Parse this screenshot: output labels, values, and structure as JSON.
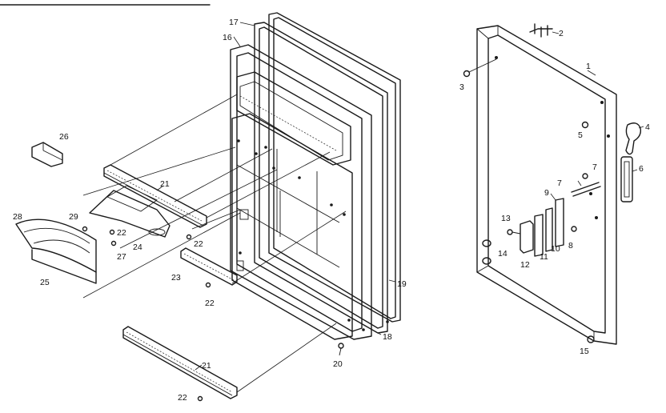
{
  "callouts": [
    {
      "id": "c1",
      "label": "1"
    },
    {
      "id": "c2",
      "label": "2"
    },
    {
      "id": "c3",
      "label": "3"
    },
    {
      "id": "c4",
      "label": "4"
    },
    {
      "id": "c5",
      "label": "5"
    },
    {
      "id": "c6",
      "label": "6"
    },
    {
      "id": "c7a",
      "label": "7"
    },
    {
      "id": "c7b",
      "label": "7"
    },
    {
      "id": "c8",
      "label": "8"
    },
    {
      "id": "c9",
      "label": "9"
    },
    {
      "id": "c10",
      "label": "10"
    },
    {
      "id": "c11",
      "label": "11"
    },
    {
      "id": "c12",
      "label": "12"
    },
    {
      "id": "c13",
      "label": "13"
    },
    {
      "id": "c14",
      "label": "14"
    },
    {
      "id": "c15",
      "label": "15"
    },
    {
      "id": "c16",
      "label": "16"
    },
    {
      "id": "c17",
      "label": "17"
    },
    {
      "id": "c18",
      "label": "18"
    },
    {
      "id": "c19",
      "label": "19"
    },
    {
      "id": "c20",
      "label": "20"
    },
    {
      "id": "c21a",
      "label": "21"
    },
    {
      "id": "c21b",
      "label": "21"
    },
    {
      "id": "c22a",
      "label": "22"
    },
    {
      "id": "c22b",
      "label": "22"
    },
    {
      "id": "c22c",
      "label": "22"
    },
    {
      "id": "c22d",
      "label": "22"
    },
    {
      "id": "c23",
      "label": "23"
    },
    {
      "id": "c24",
      "label": "24"
    },
    {
      "id": "c25",
      "label": "25"
    },
    {
      "id": "c26",
      "label": "26"
    },
    {
      "id": "c27",
      "label": "27"
    },
    {
      "id": "c28",
      "label": "28"
    },
    {
      "id": "c29",
      "label": "29"
    }
  ]
}
